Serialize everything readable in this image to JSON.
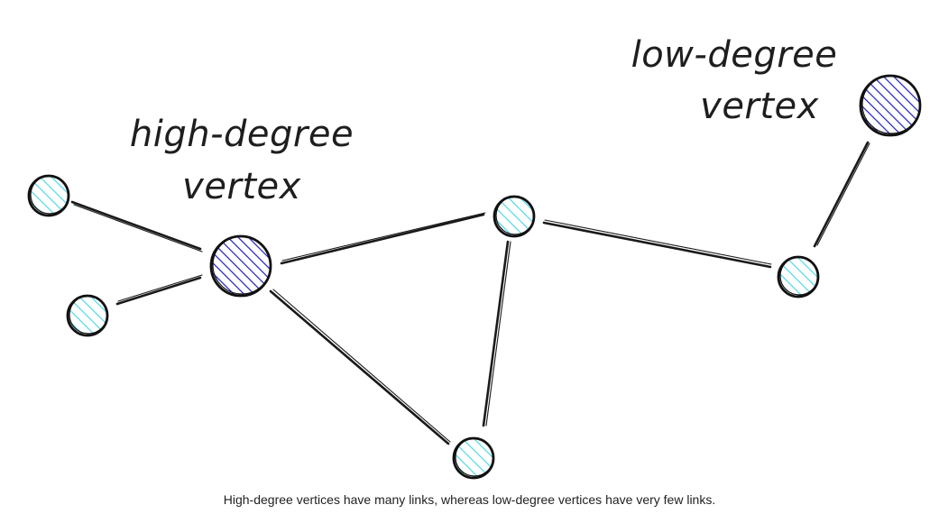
{
  "labels": {
    "high_line1": "high-degree",
    "high_line2": "vertex",
    "low_line1": "low-degree",
    "low_line2": "vertex"
  },
  "caption": "High-degree vertices have many links, whereas low-degree vertices have very few links.",
  "colors": {
    "high_degree_hatch": "#1e1ebe",
    "low_degree_hatch": "#4fd8e8",
    "outline": "#111111"
  },
  "graph": {
    "vertices": [
      {
        "id": "a",
        "kind": "leaf"
      },
      {
        "id": "b",
        "kind": "leaf"
      },
      {
        "id": "hub",
        "kind": "high-degree"
      },
      {
        "id": "c",
        "kind": "leaf"
      },
      {
        "id": "d",
        "kind": "leaf"
      },
      {
        "id": "e",
        "kind": "leaf"
      },
      {
        "id": "f",
        "kind": "low-degree"
      }
    ],
    "edges": [
      [
        "a",
        "hub"
      ],
      [
        "b",
        "hub"
      ],
      [
        "hub",
        "c"
      ],
      [
        "hub",
        "d"
      ],
      [
        "c",
        "d"
      ],
      [
        "c",
        "e"
      ],
      [
        "e",
        "f"
      ]
    ]
  }
}
